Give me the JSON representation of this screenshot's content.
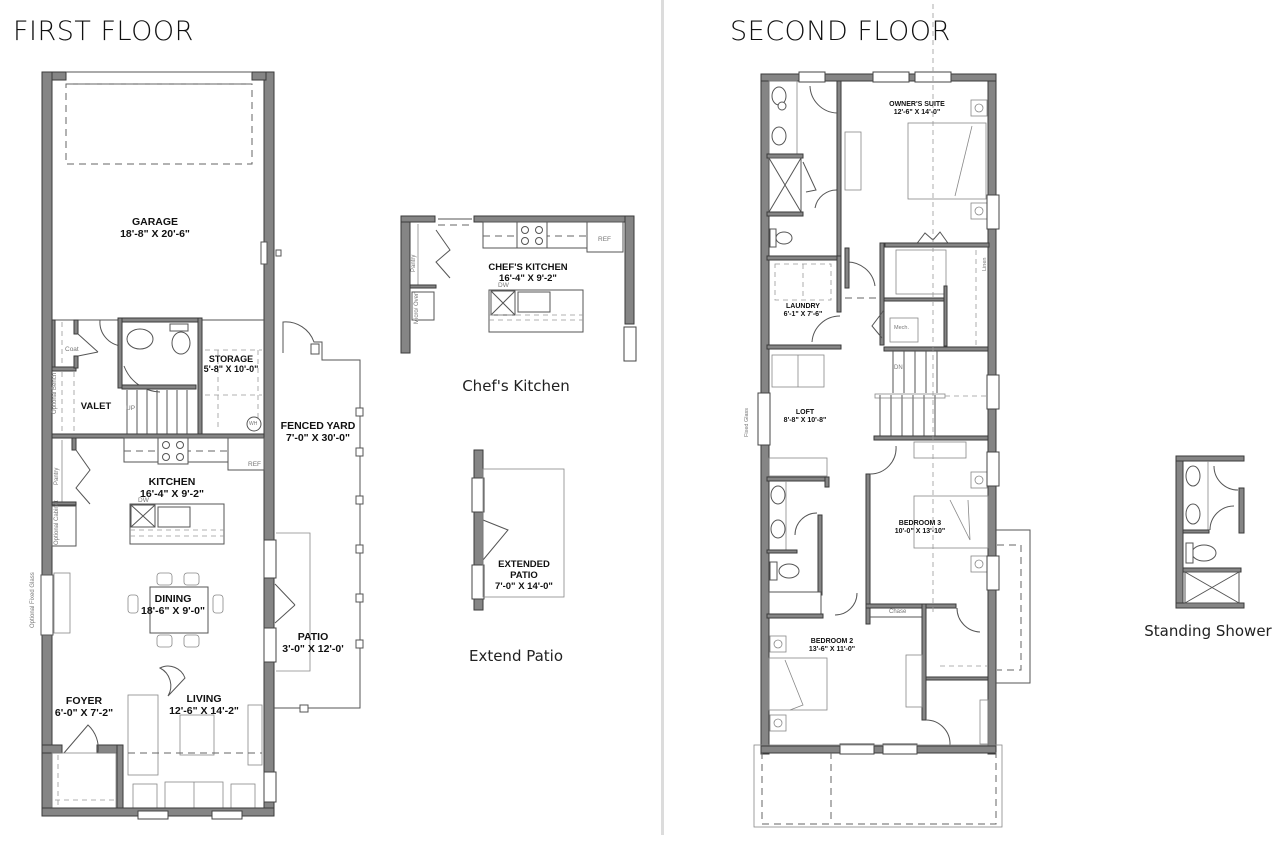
{
  "titles": {
    "first_floor": "FIRST FLOOR",
    "second_floor": "SECOND FLOOR"
  },
  "first_floor": {
    "rooms": [
      {
        "id": "garage",
        "name": "GARAGE",
        "dims": "18'-8\" X 20'-6\""
      },
      {
        "id": "storage",
        "name": "STORAGE",
        "dims": "5'-8\" X 10'-0\""
      },
      {
        "id": "valet",
        "name": "VALET",
        "dims": ""
      },
      {
        "id": "fenced_yard",
        "name": "FENCED YARD",
        "dims": "7'-0\" X 30'-0\""
      },
      {
        "id": "kitchen",
        "name": "KITCHEN",
        "dims": "16'-4\" X 9'-2\""
      },
      {
        "id": "dining",
        "name": "DINING",
        "dims": "18'-6\" X 9'-0\""
      },
      {
        "id": "patio",
        "name": "PATIO",
        "dims": "3'-0\" X 12'-0'"
      },
      {
        "id": "foyer",
        "name": "FOYER",
        "dims": "6'-0\" X 7'-2\""
      },
      {
        "id": "living",
        "name": "LIVING",
        "dims": "12'-6\" X 14'-2\""
      }
    ],
    "notes": {
      "coat": "Coat",
      "optional_bench": "Optional Bench",
      "pantry": "Pantry",
      "optional_cabinet": "Optional Cabinet",
      "optional_fixed_glass": "Optional Fixed Glass",
      "up": "UP",
      "wh": "WH",
      "ref": "REF",
      "dw": "DW"
    }
  },
  "options": {
    "chefs_kitchen": {
      "room_name": "CHEF'S KITCHEN",
      "room_dims": "16'-4\" X 9'-2\"",
      "caption": "Chef's Kitchen",
      "notes": {
        "pantry": "Pantry",
        "micro_oven": "Micro/ Oven",
        "ref": "REF",
        "dw": "DW"
      }
    },
    "extended_patio": {
      "room_name_line1": "EXTENDED",
      "room_name_line2": "PATIO",
      "room_dims": "7'-0\" X 14'-0\"",
      "caption": "Extend Patio"
    },
    "standing_shower": {
      "caption": "Standing Shower"
    }
  },
  "second_floor": {
    "rooms": [
      {
        "id": "owners_suite",
        "name": "OWNER'S SUITE",
        "dims": "12'-6\" X 14'-0\""
      },
      {
        "id": "laundry",
        "name": "LAUNDRY",
        "dims": "6'-1\" X 7'-6\""
      },
      {
        "id": "loft",
        "name": "LOFT",
        "dims": "8'-8\" X 10'-8\""
      },
      {
        "id": "bedroom_3",
        "name": "BEDROOM 3",
        "dims": "10'-0\" X 13'-10\""
      },
      {
        "id": "bedroom_2",
        "name": "BEDROOM 2",
        "dims": "13'-6\" X 11'-0\""
      }
    ],
    "notes": {
      "linen": "Linen",
      "mech": "Mech.",
      "dn": "DN",
      "fixed_glass": "Fixed Glass",
      "chase": "Chase"
    }
  },
  "colors": {
    "wall_fill": "#858585",
    "wall_stroke": "#3a3a3a",
    "line": "#555555",
    "divider": "#dcdcdc"
  }
}
